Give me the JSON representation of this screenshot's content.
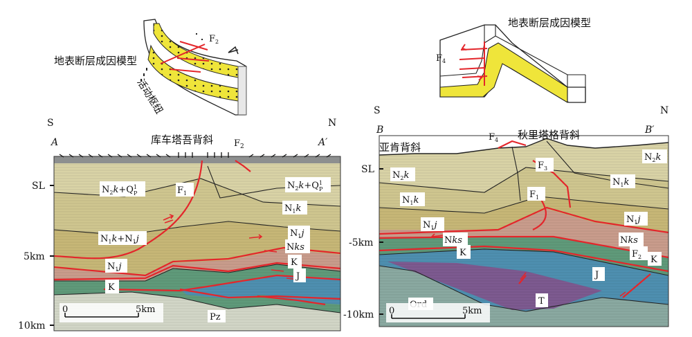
{
  "colors": {
    "layer_n2k": "#d9d3a6",
    "layer_n1k": "#cfc68f",
    "layer_n1j": "#c7b777",
    "layer_nks": "#c99c8c",
    "layer_k": "#5f9a7a",
    "layer_j": "#4e8fb0",
    "layer_pz": "#d2d6c7",
    "layer_ord": "#8aa9a1",
    "layer_t": "#7d5a90",
    "fault": "#e3262b",
    "yellow": "#efe53a"
  },
  "left_section": {
    "dir_s": "S",
    "dir_n": "N",
    "end_a": "A",
    "end_a_prime": "A′",
    "anticline": "库车塔吾背斜",
    "fault_f2": "F",
    "fault_f2_sub": "2",
    "fault_f1": "F",
    "fault_f1_sub": "1",
    "depth_sl": "SL",
    "depth_5": "5km",
    "depth_10": "10km",
    "scale_0": "0",
    "scale_5": "5km",
    "units": {
      "n2k_qp_left": {
        "a": "N",
        "as": "2",
        "b": "k",
        "c": "+Q",
        "cs": "1",
        "cp": "P"
      },
      "n2k_qp_right": {
        "a": "N",
        "as": "2",
        "b": "k",
        "c": "+Q",
        "cs": "1",
        "cp": "P"
      },
      "n1k_n1j": {
        "a": "N",
        "as": "1",
        "b": "k",
        "c": "+N",
        "cs": "1",
        "d": "j"
      },
      "n1k": {
        "a": "N",
        "as": "1",
        "b": "k"
      },
      "n1j_left": {
        "a": "N",
        "as": "1",
        "b": "j"
      },
      "n1j_right": {
        "a": "N",
        "as": "1",
        "b": "j"
      },
      "nks": {
        "a": "N",
        "b": "ks"
      },
      "k_left": "K",
      "k_right": "K",
      "j": "J",
      "pz": "Pz"
    }
  },
  "right_section": {
    "dir_s": "S",
    "dir_n": "N",
    "end_b": "B",
    "end_b_prime": "B′",
    "anticline_left": "亚肯背斜",
    "anticline_main": "秋里塔格背斜",
    "fault_f4": "F",
    "fault_f4_sub": "4",
    "fault_f3": "F",
    "fault_f3_sub": "3",
    "fault_f1": "F",
    "fault_f1_sub": "1",
    "fault_f2": "F",
    "fault_f2_sub": "2",
    "depth_sl": "SL",
    "depth_5": "-5km",
    "depth_10": "-10km",
    "scale_0": "0",
    "scale_5": "5km",
    "units": {
      "n2k_left": {
        "a": "N",
        "as": "2",
        "b": "k"
      },
      "n2k_right": {
        "a": "N",
        "as": "2",
        "b": "k"
      },
      "n1k_left": {
        "a": "N",
        "as": "1",
        "b": "k"
      },
      "n1k_right": {
        "a": "N",
        "as": "1",
        "b": "k"
      },
      "n1j_left": {
        "a": "N",
        "as": "1",
        "b": "j"
      },
      "n1j_right": {
        "a": "N",
        "as": "1",
        "b": "j"
      },
      "nks_left": {
        "a": "N",
        "b": "ks"
      },
      "nks_right": {
        "a": "N",
        "b": "ks"
      },
      "k_left": "K",
      "k_right": "K",
      "j": "J",
      "t": "T",
      "ord": "Ord"
    }
  },
  "inset_left": {
    "title": "地表断层成因模型",
    "hinge": "活动枢纽",
    "fault": "F",
    "fault_sub": "2"
  },
  "inset_right": {
    "title": "地表断层成因模型",
    "fault": "F",
    "fault_sub": "4"
  }
}
